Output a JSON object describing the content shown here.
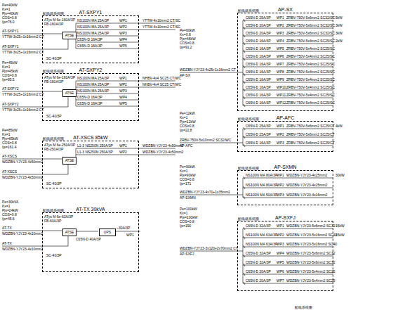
{
  "diagram": {
    "nodes": [
      {
        "text": [
          "配电箱系统图",
          "AT-SXPY1"
        ]
      },
      {
        "text": [
          "ATSE"
        ],
        "in": 0
      },
      {
        "text": [
          "配电箱系统图",
          "AT-SXPY2"
        ]
      },
      {
        "text": [
          "ATSE"
        ],
        "in": 2
      },
      {
        "text": [
          "配电箱系统图",
          "AT-XSCS 85kW"
        ]
      },
      {
        "text": [
          "ATSE"
        ],
        "in": 4
      },
      {
        "text": [
          "配电箱系统图",
          "AT-TX 30kVA"
        ]
      },
      {
        "text": [
          "ATSE"
        ],
        "in": 6
      },
      {
        "text": [
          "UPS"
        ],
        "in": 6
      },
      {
        "text": [
          "配电箱系统图",
          "AP-SX"
        ]
      },
      {
        "text": [
          "配电箱系统图",
          "AP-AFC"
        ]
      },
      {
        "text": [
          "配电箱系统图",
          "AP-SXMN"
        ]
      },
      {
        "text": [
          "配电箱系统图",
          "AP-SXFJ"
        ]
      }
    ],
    "labels": [
      "Pe=40kW",
      "Kx=1",
      "Pjs=40kW",
      "COS=0.8",
      "Ijs=76.0",
      "AT-SXPY1",
      "AT-SXPY1",
      "YTTW-3x25+1x16mm2 CT",
      "YTTW-3x25+1x16mm2 CT",
      "ATys M 6e-160A/3P",
      "FB-160A/3P",
      "SC-40/3P",
      "NS100N MA 25A/3P",
      "NS100N MA 25A/3P",
      "NS100N MA 25A/3P",
      "C65N-D 16A/3P",
      "C65N-D 16A/3P",
      "WP1",
      "WP2",
      "WP3",
      "WP4",
      "WP5",
      "YTTW-4x10mm2 CT/SC",
      "YTTW-4x10mm2 CT/SC",
      "Pe=45kW",
      "Kx=1",
      "Pjs=45kW",
      "COS=0.8",
      "Ijs=85.5",
      "AT-SXPY2",
      "AT-SXPY2",
      "YTTW-3x25+1x16mm2 CT",
      "YTTW-3x25+1x16mm2 CT",
      "ATys M 6e-160A/3P",
      "FB-160A/3P",
      "SC-40/3P",
      "NS100N MA 25A/3P",
      "NS100N MA 25A/3P",
      "NS100N MA 25A/3P",
      "C65N-D 16A/3P",
      "C65N-D 16A/3P",
      "WP1",
      "WP2",
      "WP3",
      "WP4",
      "WP5",
      "NHBV-4x4 SC25 CT/WC",
      "NHBV-4x4 SC25 CT/WC",
      "Pe=85kW",
      "Kx=1",
      "Pjs=85kW",
      "COS=0.8",
      "Ijs=161.4",
      "AT-XSCS",
      "AT-XSCS",
      "WDZBN-YJY23-4x50mm2",
      "WDZBN-YJY23-4x50mm2",
      "ATys M 6e-250A/3P",
      "FB-250A/3P",
      "SC-40/3P",
      "L1-3 NS250N 250A/3P",
      "L1-3 NS250N 250A/3P",
      "WP1",
      "WP2",
      "WDZBN-YJY23-4x50mm2",
      "WDZBN-YJY23-4x50mm2",
      "Pe=30kVA",
      "Kx=1",
      "Pjs=24kW",
      "COS=0.8",
      "Ijs=45.6",
      "AT-TX",
      "AT-TX",
      "WDZBN-YJY23-4x10mm2",
      "WDZBN-YJY23-4x10mm2",
      "ATys M 6e-63A/3P",
      "FB-63A/3P",
      "SC-40/3P",
      "C65N-D 40A/3P",
      "~30A/3P",
      "WP1",
      "Pe=60kW",
      "Kx=0.8",
      "Pjs=48kW",
      "COS=0.8",
      "Ijs=91.2",
      "WDZBN-YJY23-4x25+1x16mm2 CT",
      "AP-SX",
      "C65N-D 25A/3P",
      "C65N-D 20A/3P",
      "C65N-D 20A/3P",
      "C65N-D 16A/3P",
      "C65N-D 16A/3P",
      "C65N-D 16A/3P",
      "C65N-D 16A/3P",
      "C65N-D 16A/3P",
      "C65N-D 16A/3P",
      "C65N-D 16A/3P",
      "C65N-D 16A/3P",
      "C65N-D 16A/3P",
      "WP1",
      "WP2",
      "WP3",
      "WP4",
      "WP5",
      "WP6",
      "WP7",
      "WP8",
      "WP9",
      "WP10",
      "WP11",
      "WP12",
      "ZRBV-750V-5x6mm2 SC32/SC",
      "ZRBV-750V-5x6mm2 SC32/SC",
      "ZRBV-750V-5x6mm2 SC32/SC",
      "ZRBV-750V-5x4mm2 SC25/SC",
      "ZRBV-750V-5x4mm2 SC25/SC",
      "ZRBV-750V-5x4mm2 SC25/SC",
      "ZRBV-750V-5x4mm2 SC25/SC",
      "ZRBV-750V-5x4mm2 SC25/SC",
      "ZRBV-750V-5x4mm2 SC25/SC",
      "ZRBV-750V-5x4mm2 SC25/SC",
      "ZRBV-750V-5x4mm2 SC25/SC",
      "ZRBV-750V-5x4mm2 SC25/SC",
      "5kW",
      "3kW",
      "3kW",
      "2kW",
      "Pe=12kW",
      "Kx=1",
      "Pjs=12kW",
      "COS=0.8",
      "Ijs=22.8",
      "ZRBV-750V-5x10mm2 SC32/WC",
      "AP-AFC",
      "C65N-D 25A/3P",
      "C65N-D 25A/3P",
      "C65N-D 16A/3P",
      "WP1",
      "WP2",
      "WP3",
      "ZRBV-750V-5x6mm2 SC25/CT",
      "ZRBV-750V-5x6mm2 SC25/CT",
      "ZRBV-750V-5x6mm2 SC25/CT",
      "4kW",
      "Pe=90kW",
      "Kx=1",
      "Pjs=90kW",
      "COS=0.8",
      "Ijs=171",
      "WDZBN-YJY23-4x70+1x35mm2",
      "AP-SXMN",
      "NS100N MA 80A/3P",
      "NS100N MA 80A/3P",
      "NS100N MA 50A/3P",
      "WP1",
      "WP2",
      "WP3",
      "WDZBN-YJY23-4x25mm2",
      "WDZBN-YJY23-4x25mm2",
      "WDZBN-YJY23-4x16mm2",
      "30kW",
      "Pe=100kW",
      "Kx=1",
      "Pjs=100kW",
      "COS=0.8",
      "Ijs=190",
      "WDZBN-YJY23-3x120+2x70mm2 CT",
      "AP-SXFJ",
      "C65N-D 32A/3P",
      "NS100N MA 63A/3P",
      "NS100N MA 63A/3P",
      "C65N-D 32A/3P",
      "C65N-D 32A/3P",
      "C65N-D 20A/3P",
      "C65N-D 20A/3P",
      "WP1",
      "WP2",
      "WP3",
      "WP4",
      "WP5",
      "WP6",
      "WP7",
      "WDZBN-YJY23-5x6mm2 SC32",
      "WDZBN-YJY23-5x16mm2 SC40",
      "WDZBN-YJY23-5x16mm2 SC40",
      "WDZBN-YJY23-5x6mm2 SC32",
      "WDZBN-YJY23-5x6mm2 SC32",
      "WDZBN-YJY23-5x4mm2 SC25",
      "WDZBN-YJY23-5x4mm2 SC25",
      "15kW",
      "15kW",
      "配电系统图"
    ]
  }
}
